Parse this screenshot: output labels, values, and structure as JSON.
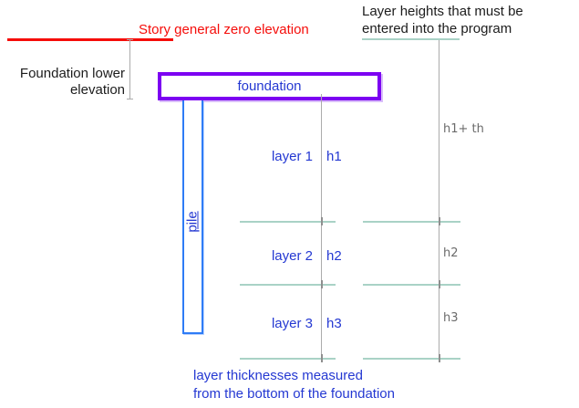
{
  "colors": {
    "red": "#f50d0a",
    "purple": "#7c00f2",
    "blue_text": "#2438d2",
    "pile_blue": "#2e7cf6",
    "teal": "#a9d2c6",
    "gray_line": "#ababab",
    "gray_text": "#6b6b6b",
    "black_text": "#1c1c1c"
  },
  "labels": {
    "story_zero": "Story general zero elevation",
    "foundation_lower_line1": "Foundation lower",
    "foundation_lower_line2": "elevation",
    "layer_heights_line1": "Layer heights that must be",
    "layer_heights_line2": "entered into the program",
    "foundation": "foundation",
    "pile": "pile",
    "layers": [
      {
        "name": "layer 1",
        "h": "h1"
      },
      {
        "name": "layer 2",
        "h": "h2"
      },
      {
        "name": "layer 3",
        "h": "h3"
      }
    ],
    "right_heights": [
      "h1+ th",
      "h2",
      "h3"
    ],
    "caption_line1": "layer thicknesses measured",
    "caption_line2": "from the bottom of the foundation"
  }
}
